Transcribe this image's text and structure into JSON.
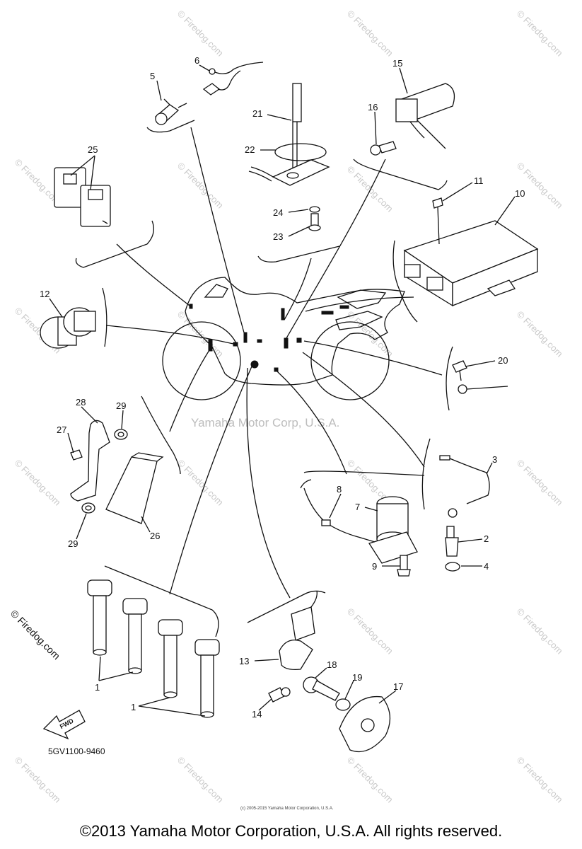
{
  "diagram_code": "5GV1100-9460",
  "center_watermark": "Yamaha Motor Corp, U.S.A.",
  "watermark_text": "© Firedog.com",
  "side_watermark": "© Firedog.com",
  "fwd_label": "FWD",
  "tiny_copyright": "(c) 2005-2015 Yamaha Motor Corporation, U.S.A.",
  "footer": "©2013 Yamaha Motor Corporation, U.S.A. All rights reserved.",
  "callouts": {
    "n1a": "1",
    "n1b": "1",
    "n2": "2",
    "n3": "3",
    "n4": "4",
    "n5": "5",
    "n6": "6",
    "n7": "7",
    "n8": "8",
    "n9": "9",
    "n10": "10",
    "n11": "11",
    "n12": "12",
    "n13": "13",
    "n14": "14",
    "n15": "15",
    "n16": "16",
    "n17": "17",
    "n18": "18",
    "n19": "19",
    "n20": "20",
    "n21": "21",
    "n22": "22",
    "n23": "23",
    "n24": "24",
    "n25": "25",
    "n26": "26",
    "n27": "27",
    "n28": "28",
    "n29a": "29",
    "n29b": "29"
  }
}
